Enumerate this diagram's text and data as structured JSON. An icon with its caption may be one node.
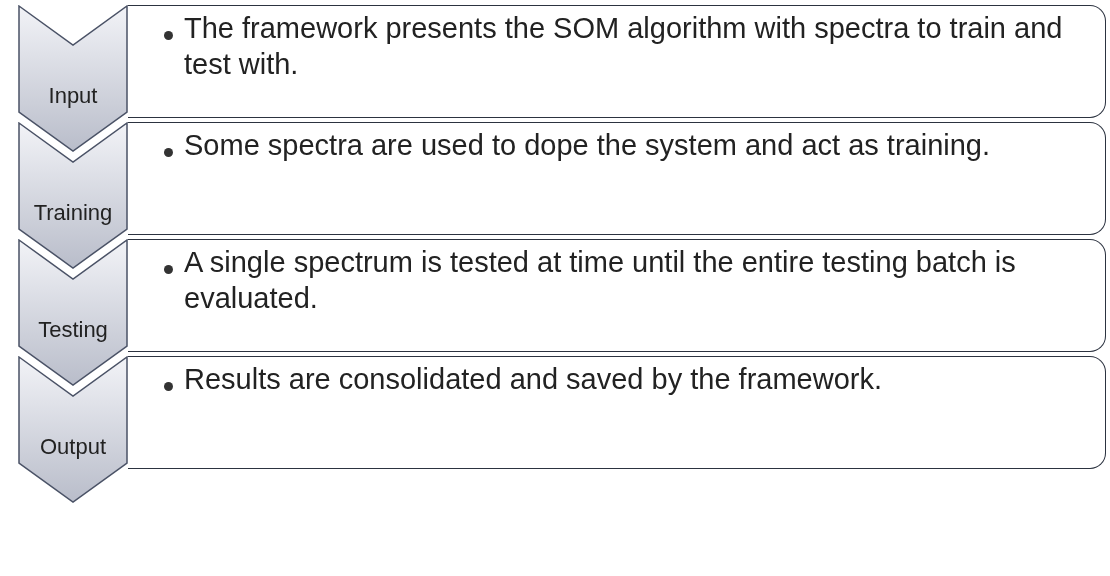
{
  "diagram": {
    "nodes": [
      {
        "text": [
          "Input"
        ]
      },
      {
        "text": [
          "The framework presents the SOM algorithm with spectra to train and test with."
        ]
      },
      {
        "text": [
          "Training"
        ]
      },
      {
        "text": [
          "Some spectra are used to dope the system and act as training."
        ]
      },
      {
        "text": [
          "Testing"
        ]
      },
      {
        "text": [
          "A single spectrum is tested at time until the entire testing batch is evaluated."
        ]
      },
      {
        "text": [
          "Output"
        ]
      },
      {
        "text": [
          "Results are consolidated and saved by the framework."
        ]
      }
    ]
  }
}
